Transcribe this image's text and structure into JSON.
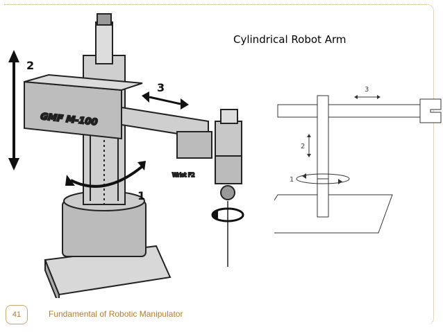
{
  "slide": {
    "title": "Cylindrical Robot Arm",
    "page_number": "41",
    "footer": "Fundamental of Robotic Manipulator"
  },
  "photo": {
    "brand_label": "GMF M-100",
    "wrist_label": "Wrist F2",
    "axis_labels": [
      "1",
      "2",
      "3"
    ]
  },
  "schematic": {
    "axis_labels": [
      "1",
      "2",
      "3"
    ]
  },
  "colors": {
    "accent": "#b07c2e",
    "frame": "#c9a86a"
  }
}
